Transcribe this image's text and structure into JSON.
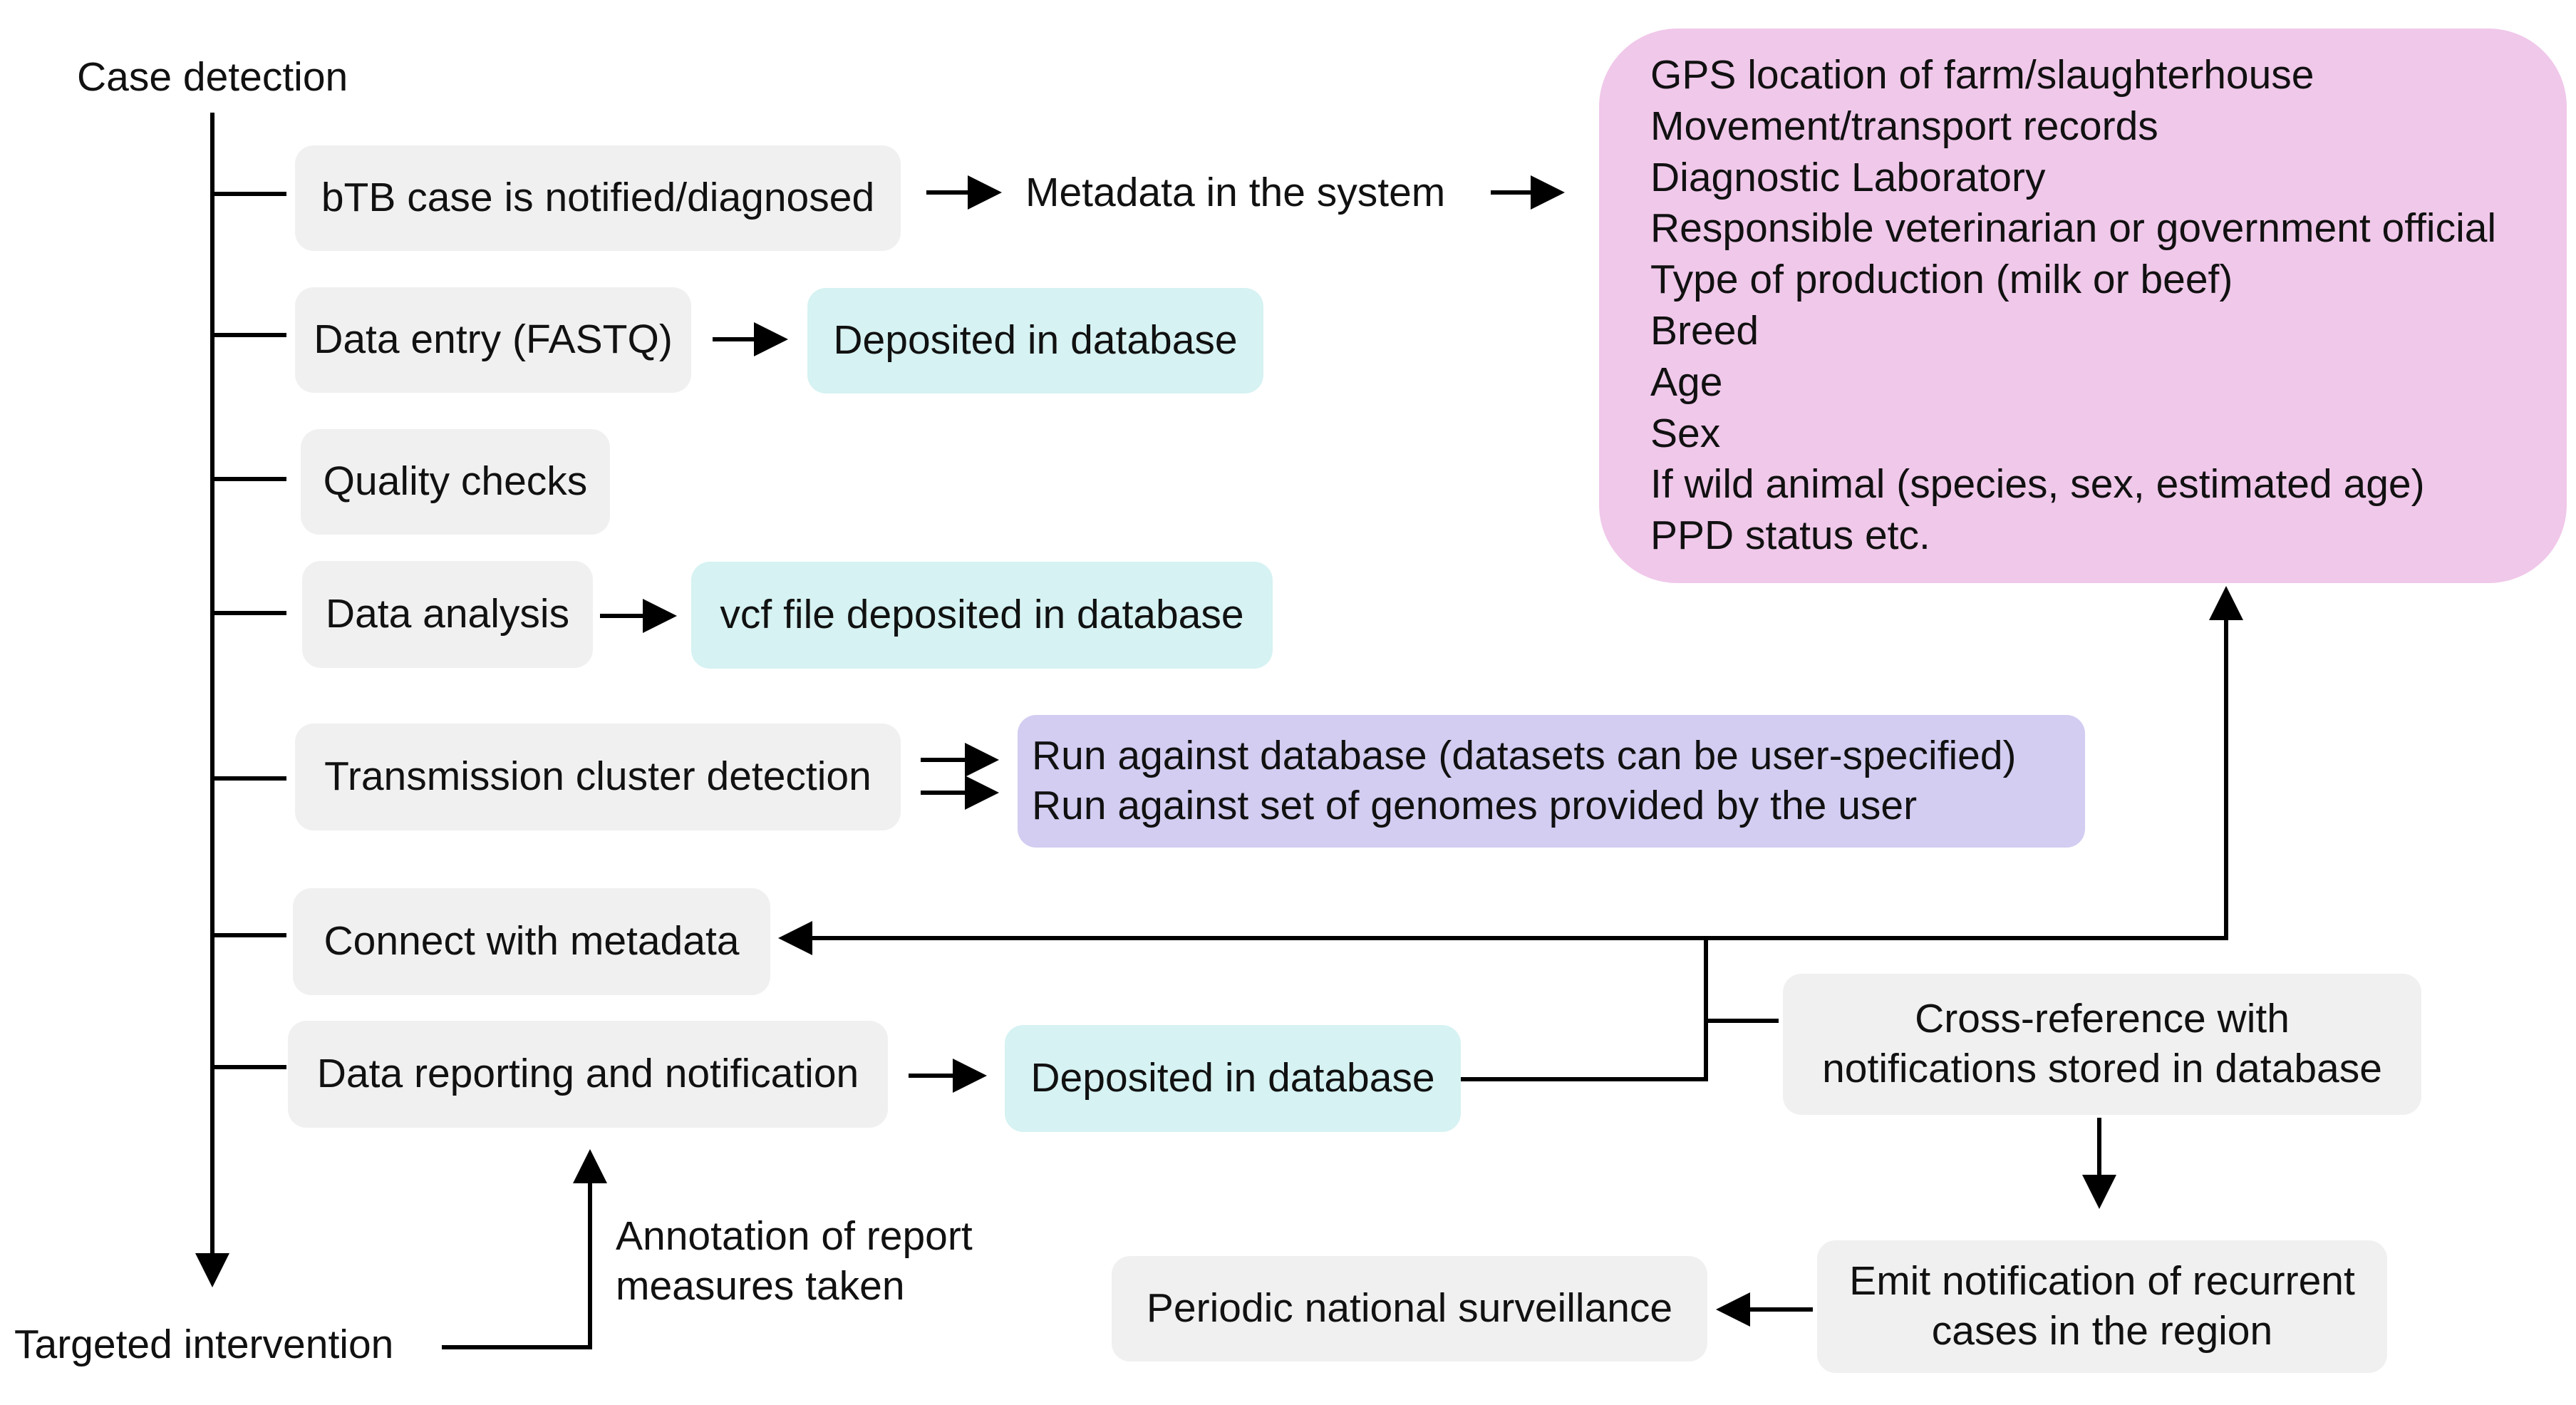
{
  "labels": {
    "case_detection": "Case detection",
    "targeted_intervention": "Targeted intervention",
    "metadata_in_system": "Metadata in the system",
    "annotation": [
      "Annotation of report",
      "measures taken"
    ]
  },
  "steps": {
    "btb_case": "bTB case is notified/diagnosed",
    "data_entry": "Data entry (FASTQ)",
    "quality_checks": "Quality checks",
    "data_analysis": "Data analysis",
    "transmission_cluster": "Transmission cluster detection",
    "connect_metadata": "Connect with metadata",
    "data_reporting": "Data reporting and notification"
  },
  "outputs": {
    "deposited_1": "Deposited in database",
    "vcf_deposited": "vcf file deposited in database",
    "run_against": [
      "Run against database (datasets can be user-specified)",
      "Run against set of genomes provided by the user"
    ],
    "deposited_2": "Deposited in database"
  },
  "metadata_list": [
    "GPS location of farm/slaughterhouse",
    "Movement/transport records",
    "Diagnostic Laboratory",
    "Responsible veterinarian or government official",
    "Type of production (milk or beef)",
    "Breed",
    "Age",
    "Sex",
    "If wild animal (species, sex, estimated age)",
    "PPD status etc."
  ],
  "right_flow": {
    "cross_reference": [
      "Cross-reference with",
      "notifications stored in database"
    ],
    "emit_notification": [
      "Emit notification of recurrent",
      "cases in the region"
    ],
    "periodic_surveillance": "Periodic national surveillance"
  },
  "colors": {
    "grey_box": "#f0f0f0",
    "teal_box": "#d6f2f2",
    "lavender_box": "#d2cdf1",
    "pink_box": "#f0c8ea",
    "line": "#000000"
  }
}
